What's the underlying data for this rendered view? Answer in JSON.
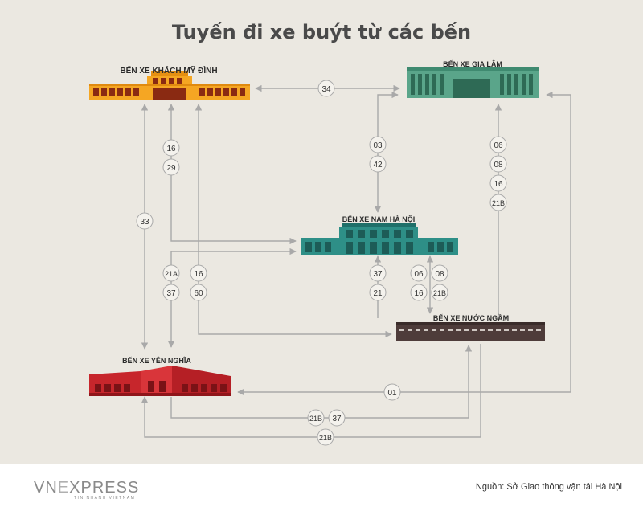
{
  "title": "Tuyến đi xe buýt từ các bến",
  "stations": {
    "my_dinh": "BẾN XE KHÁCH MỸ ĐÌNH",
    "gia_lam": "BẾN XE GIA LÂM",
    "nam_ha_noi": "BẾN XE NAM HÀ NỘI",
    "nuoc_ngam": "BẾN XE NƯỚC NGẦM",
    "yen_nghia": "BẾN XE YÊN NGHĨA"
  },
  "routes": {
    "r34": "34",
    "r16a": "16",
    "r29": "29",
    "r33": "33",
    "r03": "03",
    "r42": "42",
    "r06a": "06",
    "r08a": "08",
    "r16b": "16",
    "r21Ba": "21B",
    "r21A": "21A",
    "r37a": "37",
    "r16c": "16",
    "r60": "60",
    "r37b": "37",
    "r21": "21",
    "r06b": "06",
    "r16d": "16",
    "r08b": "08",
    "r21Bb": "21B",
    "r01": "01",
    "r21Bc": "21B",
    "r37c": "37",
    "r21Bd": "21B"
  },
  "colors": {
    "my_dinh": "#f5a623",
    "gia_lam": "#5aa58a",
    "nam_ha_noi": "#2e8f87",
    "nuoc_ngam": "#4e3c3a",
    "yen_nghia": "#c7262c",
    "line": "#a9a9a9"
  },
  "footer": {
    "logo_pre": "VN",
    "logo_e": "E",
    "logo_post": "XPRESS",
    "logo_sub": "TIN NHANH VIETNAM",
    "source": "Nguồn: Sở Giao thông vận tải Hà Nội"
  }
}
